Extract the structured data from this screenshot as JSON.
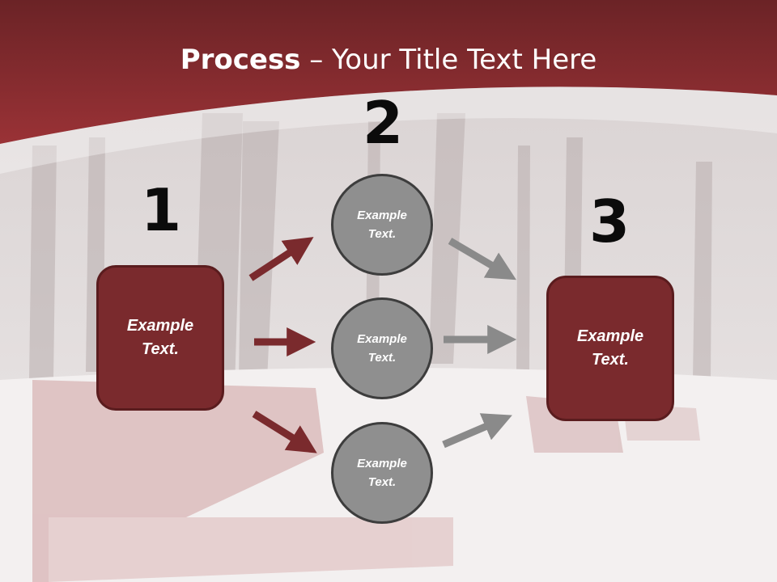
{
  "slide": {
    "title_bold": "Process",
    "title_rest": " – Your Title Text Here"
  },
  "diagram": {
    "steps": [
      {
        "number": "1",
        "text_line1": "Example",
        "text_line2": "Text."
      },
      {
        "number": "2"
      },
      {
        "number": "3",
        "text_line1": "Example",
        "text_line2": "Text."
      }
    ],
    "nodes": [
      {
        "text_line1": "Example",
        "text_line2": "Text."
      },
      {
        "text_line1": "Example",
        "text_line2": "Text."
      },
      {
        "text_line1": "Example",
        "text_line2": "Text."
      }
    ]
  },
  "colors": {
    "header": "#7a2a2d",
    "box_fill": "#7a2a2d",
    "circle_fill": "#8f8f8f",
    "left_arrows": "#7a2a2d",
    "right_arrows": "#8a8a8a"
  }
}
